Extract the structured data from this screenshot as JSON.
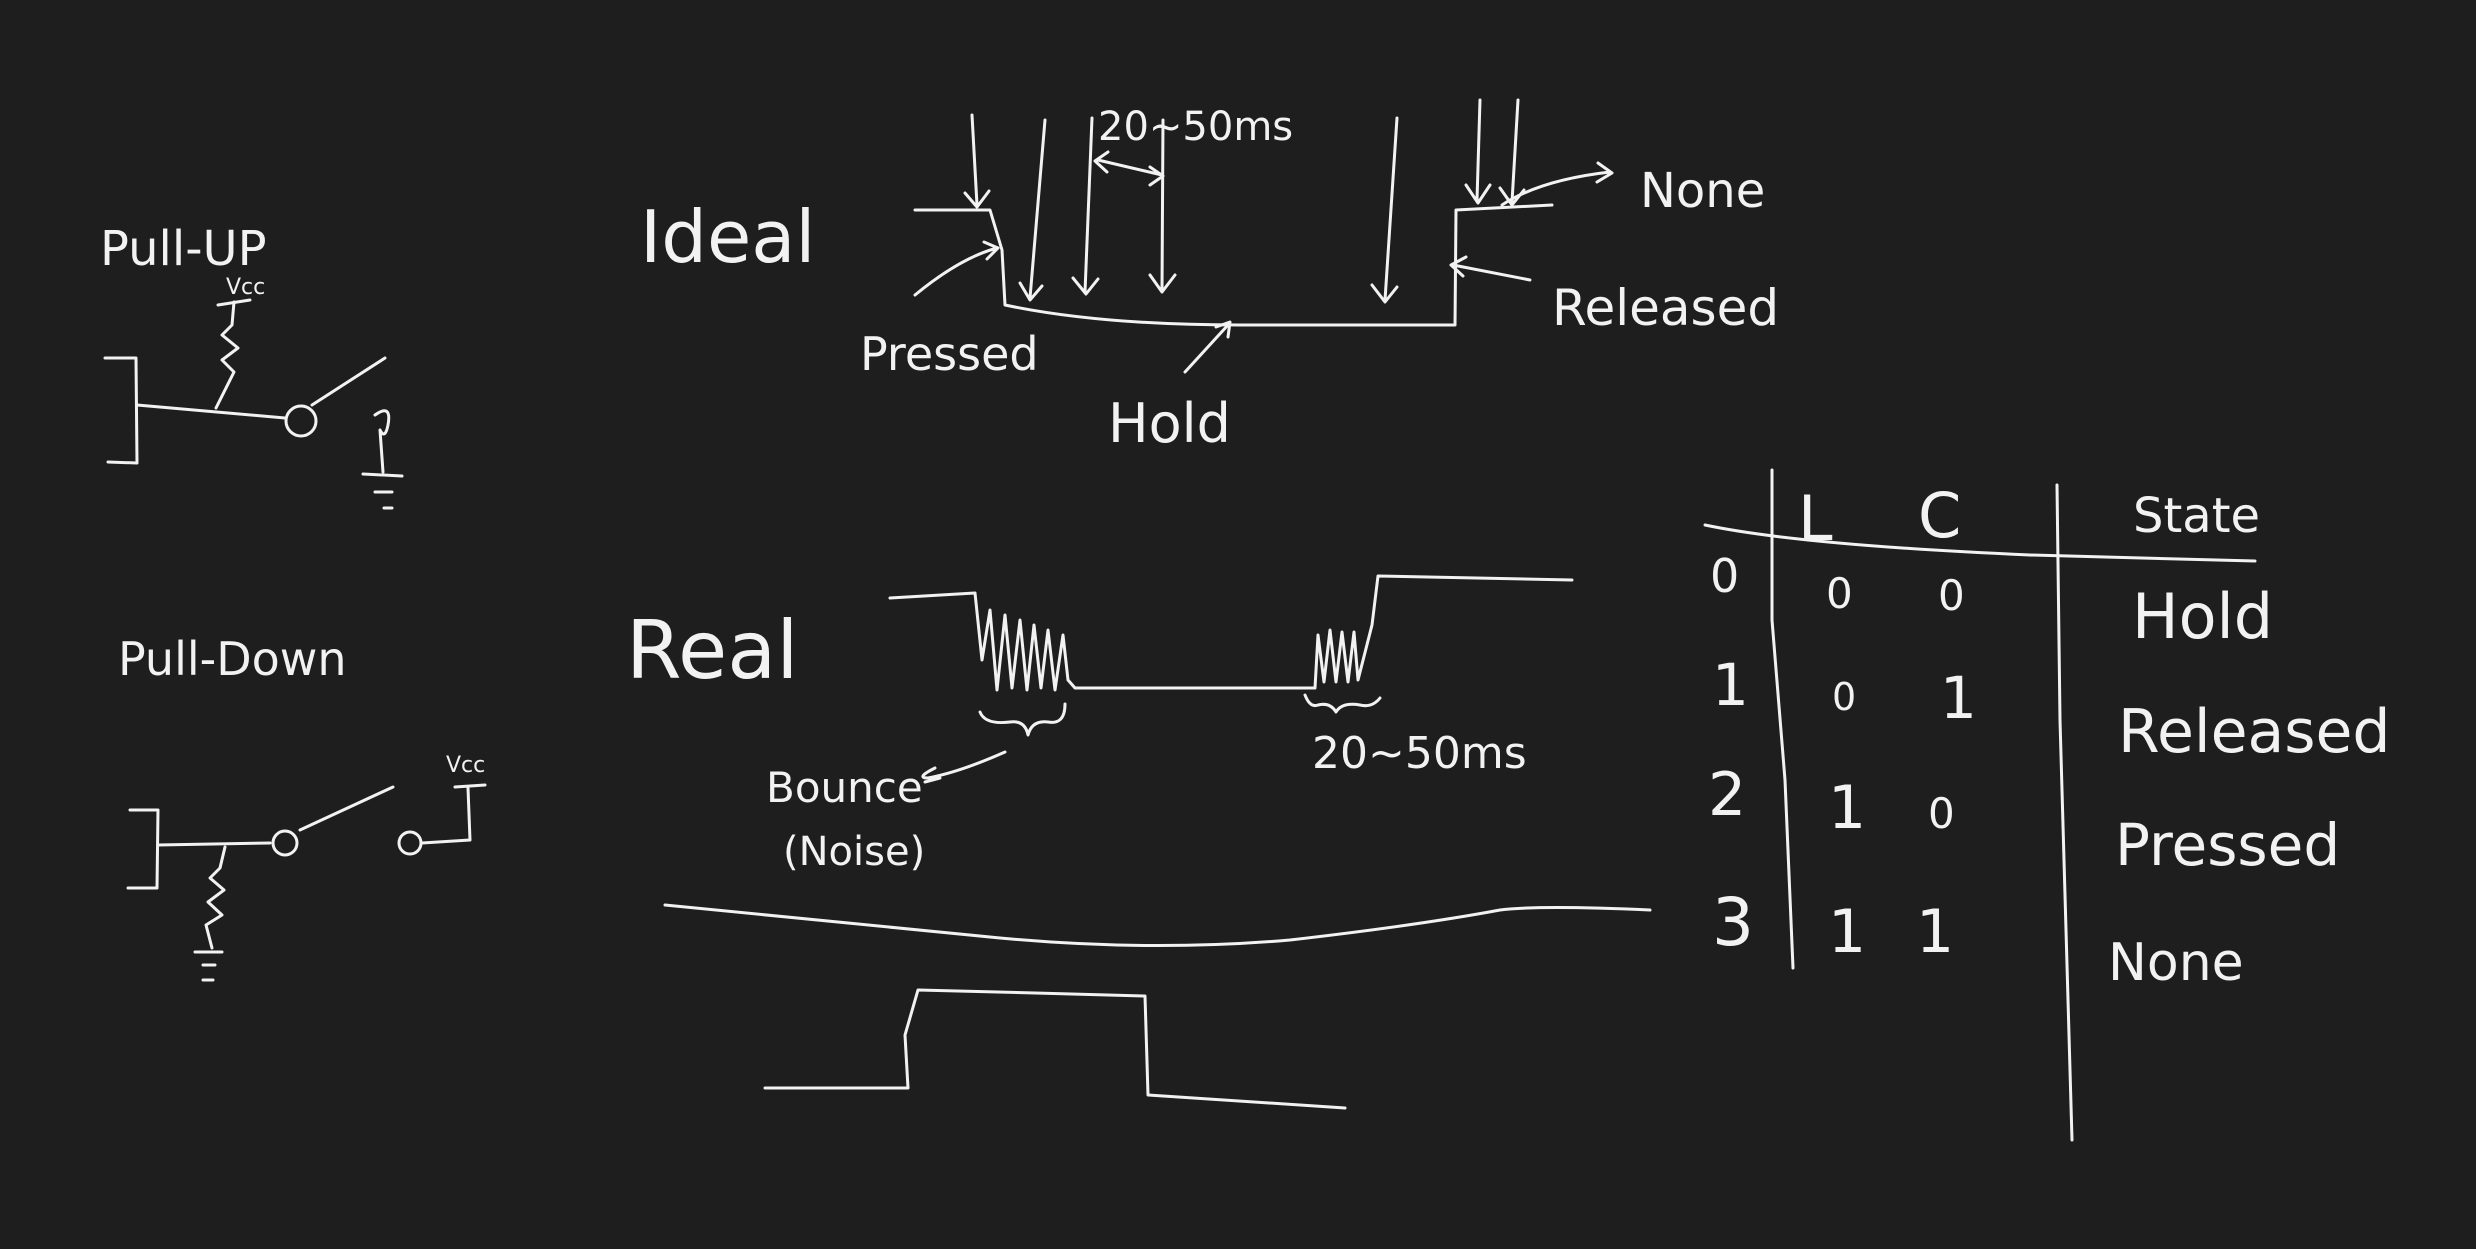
{
  "colors": {
    "background": "#1e1e1e",
    "ink": "#f2f2f2"
  },
  "circuits": {
    "pull_up": {
      "title": "Pull-UP",
      "supply": "Vcc"
    },
    "pull_down": {
      "title": "Pull-Down",
      "supply": "Vcc"
    }
  },
  "ideal": {
    "title": "Ideal",
    "interval": "20~50ms",
    "none": "None",
    "released": "Released",
    "pressed": "Pressed",
    "hold": "Hold"
  },
  "real": {
    "title": "Real",
    "bounce": "Bounce",
    "noise": "(Noise)",
    "interval": "20~50ms"
  },
  "state_table": {
    "headers": [
      "",
      "L",
      "C",
      "State"
    ],
    "rows": [
      [
        "0",
        "0",
        "0",
        "Hold"
      ],
      [
        "1",
        "0",
        "1",
        "Released"
      ],
      [
        "2",
        "1",
        "0",
        "Pressed"
      ],
      [
        "3",
        "1",
        "1",
        "None"
      ]
    ]
  }
}
